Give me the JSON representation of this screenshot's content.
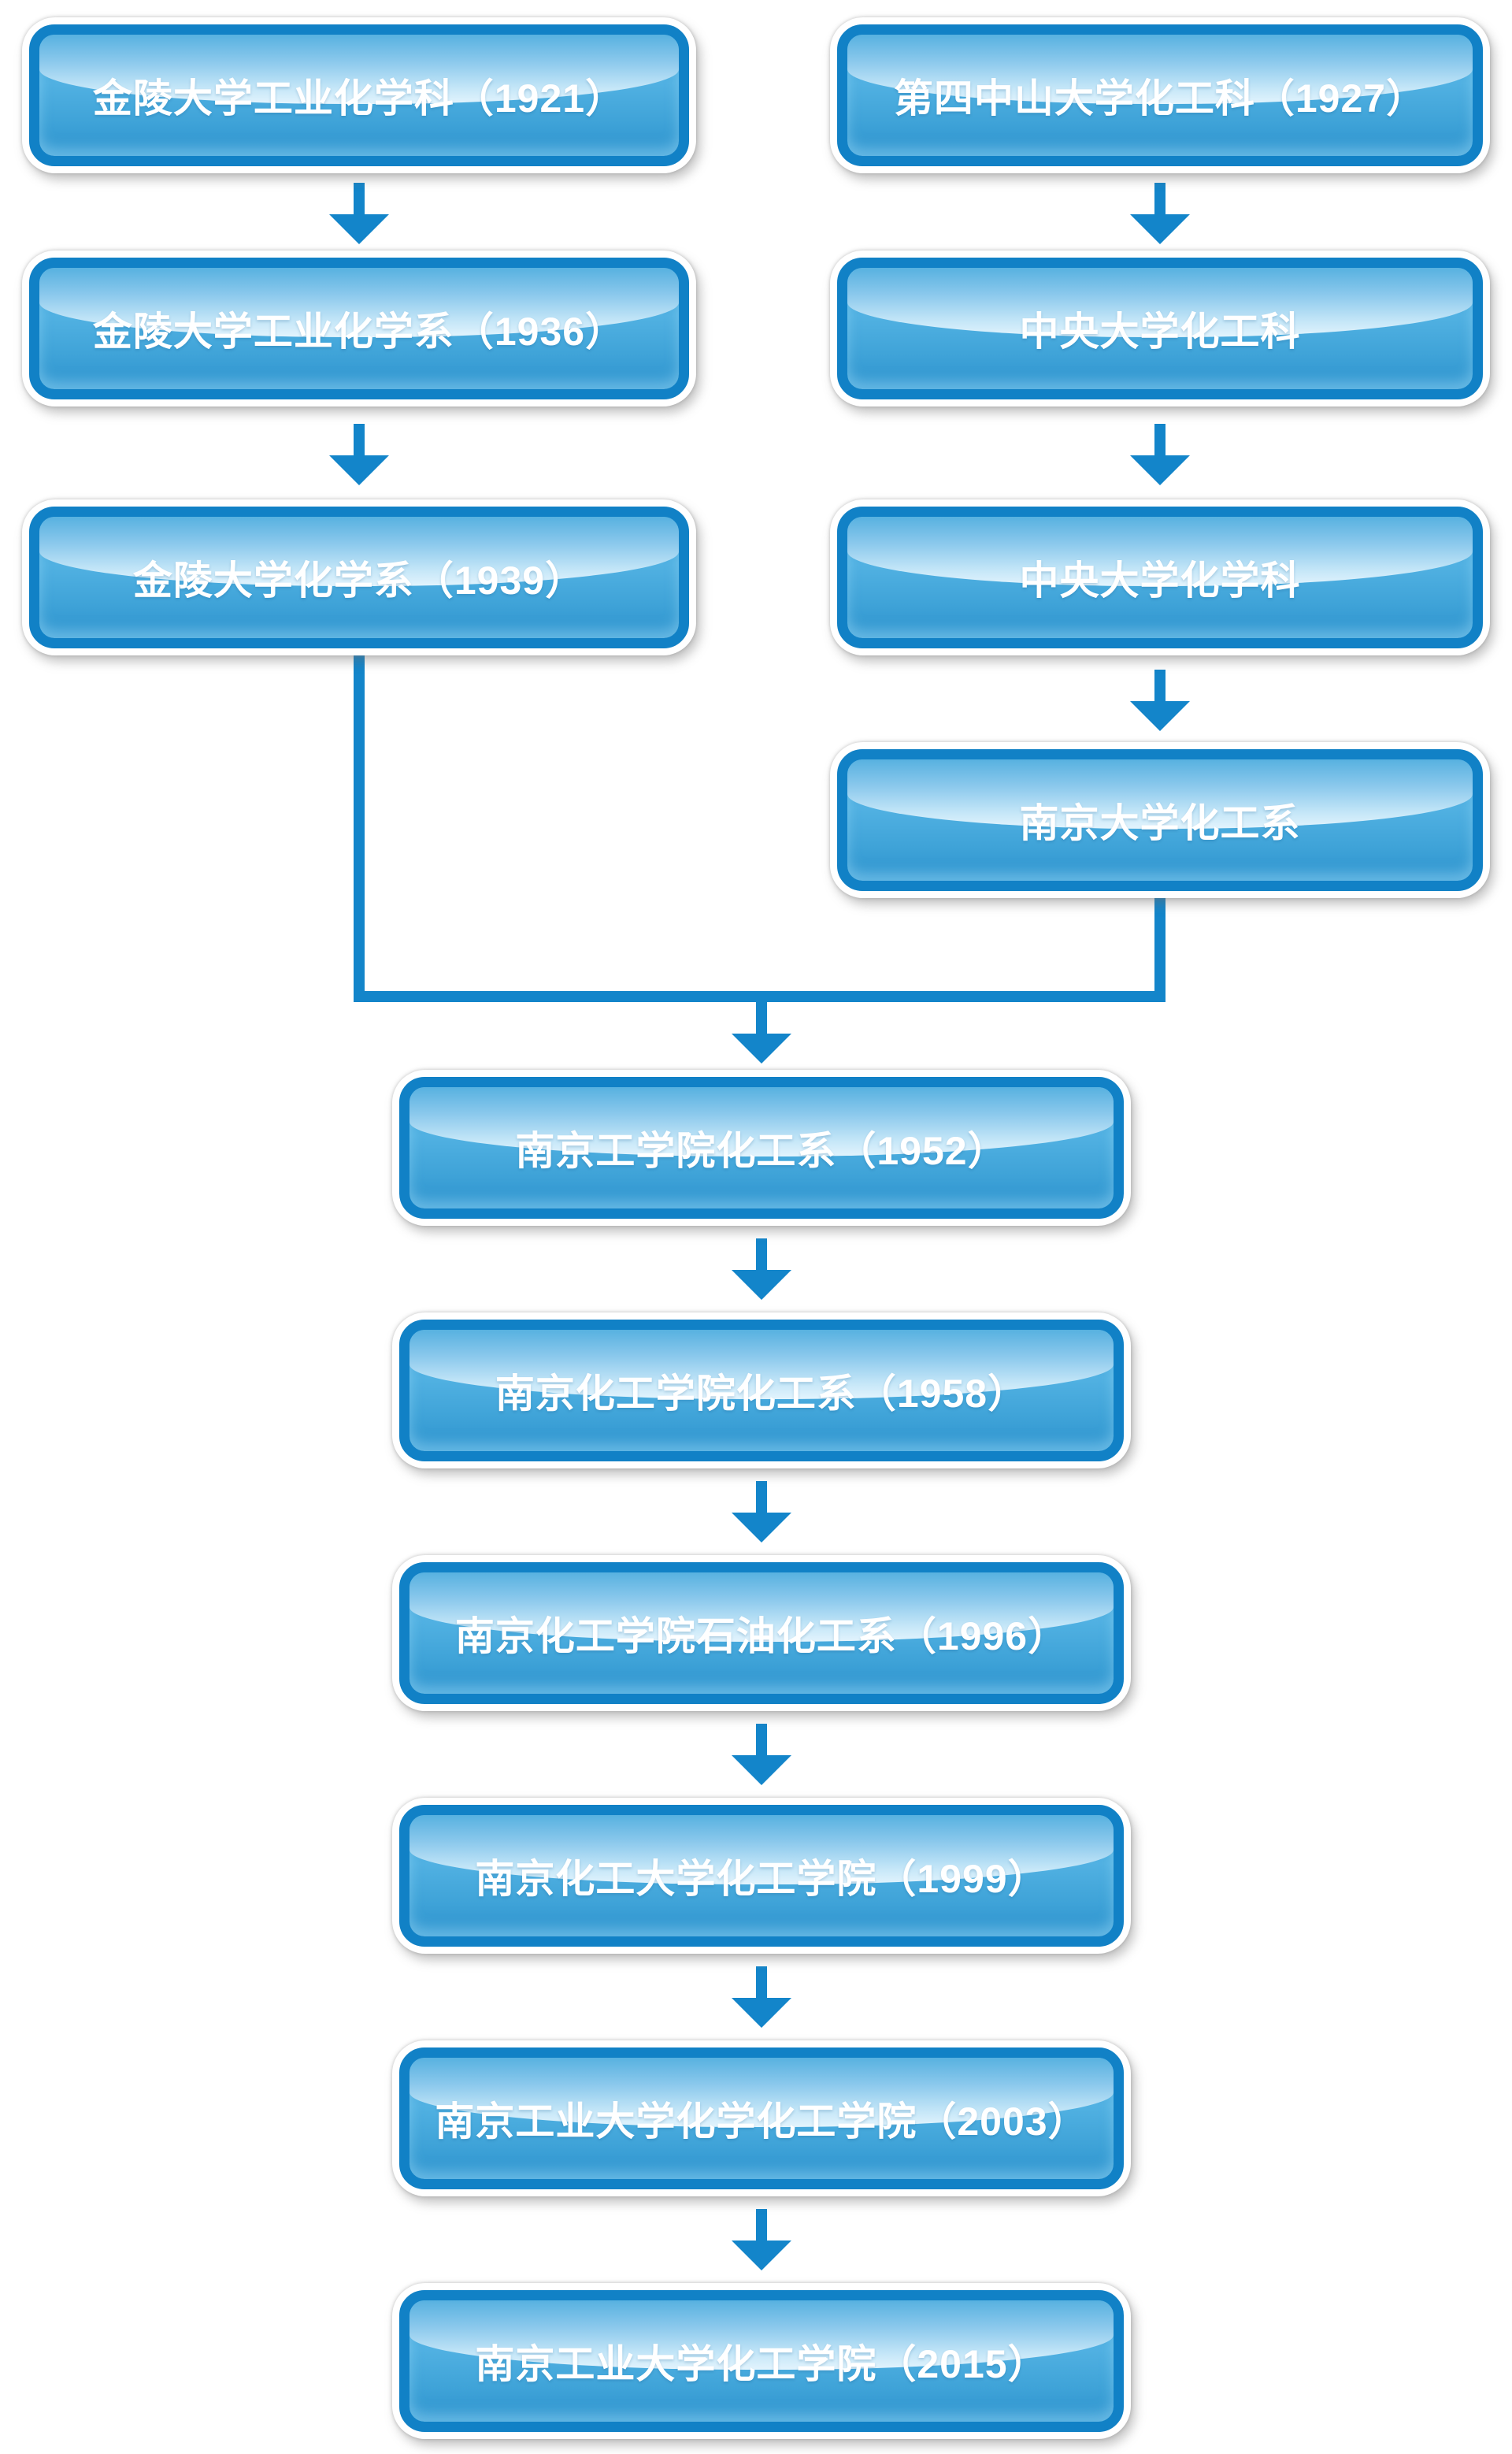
{
  "diagram": {
    "kind": "flowchart",
    "background_color": "#ffffff",
    "accent_color": "#1385ca",
    "node_border_color": "#1181c6",
    "node_gloss_top_color": "#57b1e0",
    "node_gloss_light_color": "#e3f4fd",
    "node_body_color": "#3fa3d8",
    "node_text_color": "#ffffff"
  },
  "nodes": [
    {
      "id": "jinling-industrial-chemistry-1921",
      "label": "金陵大学工业化学科（1921）"
    },
    {
      "id": "jinling-industrial-chemistry-1936",
      "label": "金陵大学工业化学系（1936）"
    },
    {
      "id": "jinling-chemistry-1939",
      "label": "金陵大学化学系（1939）"
    },
    {
      "id": "fourth-zhongshan-chemeng-1927",
      "label": "第四中山大学化工科（1927）"
    },
    {
      "id": "central-univ-chemeng",
      "label": "中央大学化工科"
    },
    {
      "id": "central-univ-chemistry",
      "label": "中央大学化学科"
    },
    {
      "id": "nanjing-univ-chemeng",
      "label": "南京大学化工系"
    },
    {
      "id": "nanjing-inst-tech-chemeng-1952",
      "label": "南京工学院化工系（1952）"
    },
    {
      "id": "nanjing-chem-inst-chemeng-1958",
      "label": "南京化工学院化工系（1958）"
    },
    {
      "id": "nanjing-chem-inst-petrochem-1996",
      "label": "南京化工学院石油化工系（1996）"
    },
    {
      "id": "nanjing-univ-chem-tech-1999",
      "label": "南京化工大学化工学院（1999）"
    },
    {
      "id": "njtech-chem-chemeng-school-2003",
      "label": "南京工业大学化学化工学院（2003）"
    },
    {
      "id": "njtech-chemeng-school-2015",
      "label": "南京工业大学化工学院（2015）"
    }
  ],
  "edges": [
    {
      "from": "jinling-industrial-chemistry-1921",
      "to": "jinling-industrial-chemistry-1936"
    },
    {
      "from": "jinling-industrial-chemistry-1936",
      "to": "jinling-chemistry-1939"
    },
    {
      "from": "fourth-zhongshan-chemeng-1927",
      "to": "central-univ-chemeng"
    },
    {
      "from": "central-univ-chemeng",
      "to": "central-univ-chemistry"
    },
    {
      "from": "central-univ-chemistry",
      "to": "nanjing-univ-chemeng"
    },
    {
      "from": "jinling-chemistry-1939",
      "to": "nanjing-inst-tech-chemeng-1952"
    },
    {
      "from": "nanjing-univ-chemeng",
      "to": "nanjing-inst-tech-chemeng-1952"
    },
    {
      "from": "nanjing-inst-tech-chemeng-1952",
      "to": "nanjing-chem-inst-chemeng-1958"
    },
    {
      "from": "nanjing-chem-inst-chemeng-1958",
      "to": "nanjing-chem-inst-petrochem-1996"
    },
    {
      "from": "nanjing-chem-inst-petrochem-1996",
      "to": "nanjing-univ-chem-tech-1999"
    },
    {
      "from": "nanjing-univ-chem-tech-1999",
      "to": "njtech-chem-chemeng-school-2003"
    },
    {
      "from": "njtech-chem-chemeng-school-2003",
      "to": "njtech-chemeng-school-2015"
    }
  ]
}
